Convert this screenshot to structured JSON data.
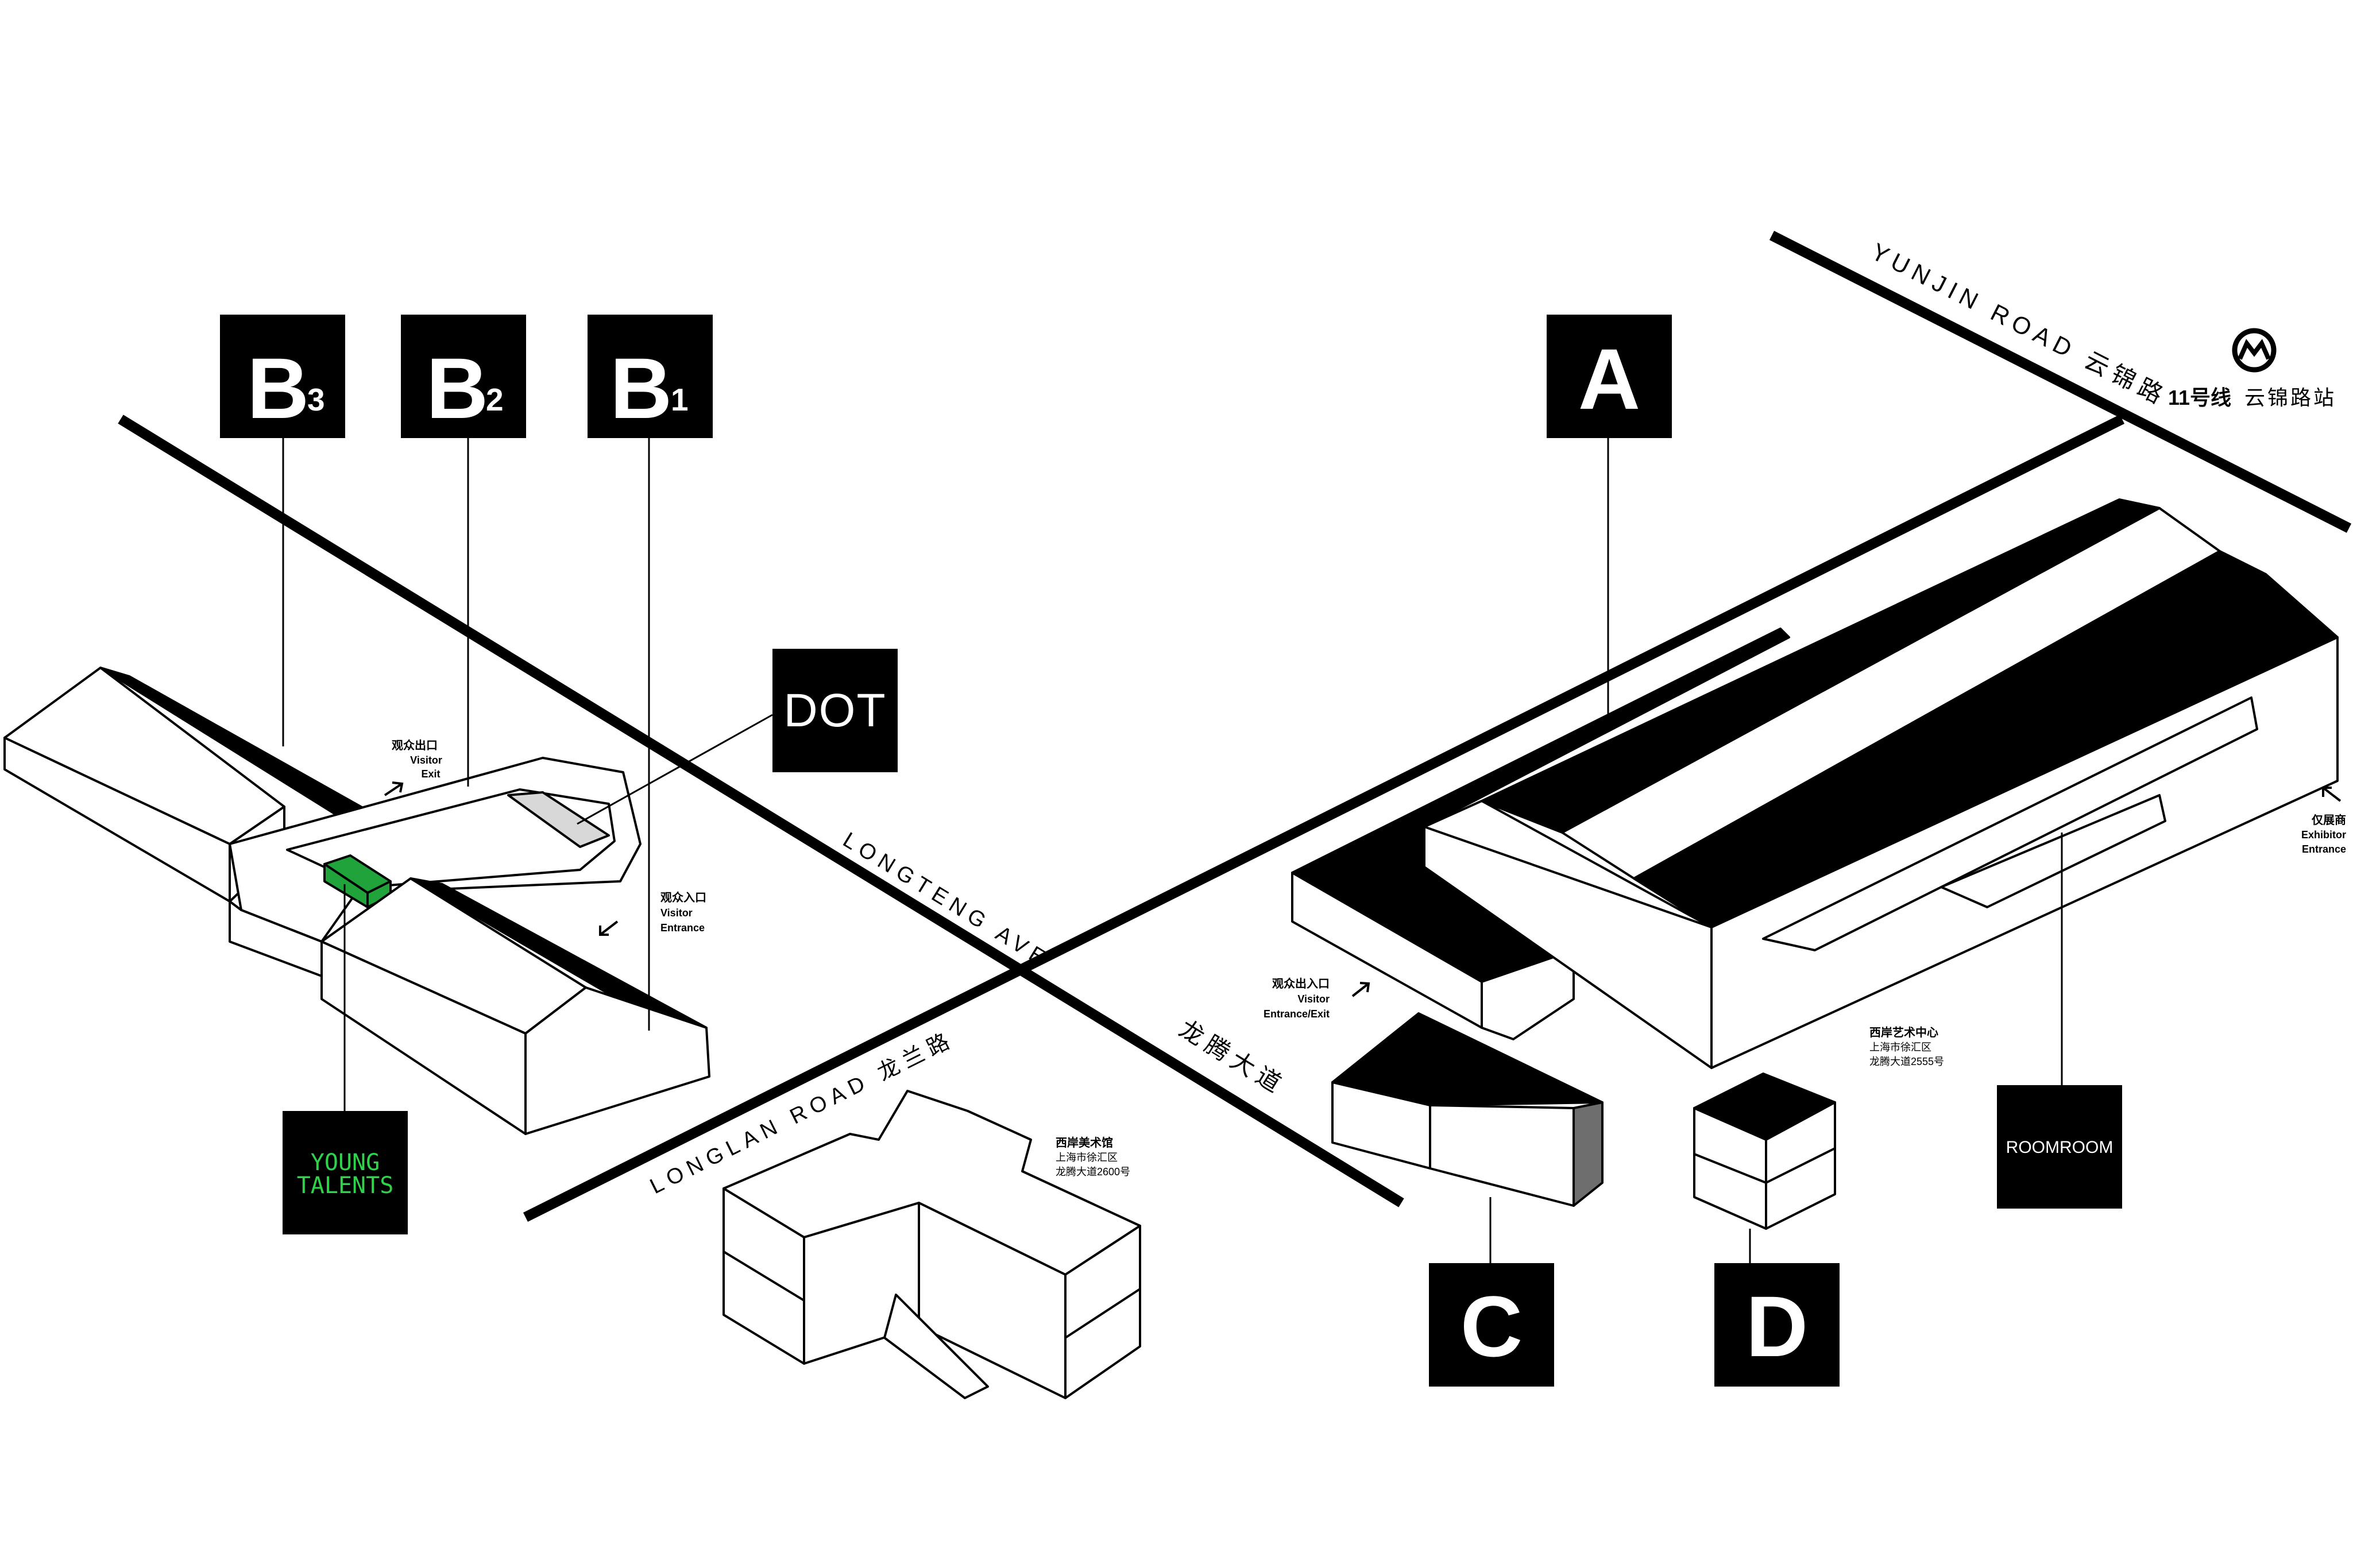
{
  "colors": {
    "ink": "#000000",
    "paper": "#ffffff",
    "young_talents_green": "#1fa33a",
    "young_talents_text": "#2fd24a",
    "wall_gray": "#d8d8d8",
    "shadow_gray": "#6e6e6e"
  },
  "venues": {
    "a": {
      "letter": "A"
    },
    "b1": {
      "letter": "B",
      "sub": "1"
    },
    "b2": {
      "letter": "B",
      "sub": "2"
    },
    "b3": {
      "letter": "B",
      "sub": "3"
    },
    "c": {
      "letter": "C"
    },
    "d": {
      "letter": "D"
    }
  },
  "sections": {
    "dot": "DOT",
    "young_talents": [
      "YOUNG",
      "TALENTS"
    ],
    "roomroom": "ROOMROOM"
  },
  "roads": {
    "yunjin": "YUNJIN ROAD  云锦路",
    "longteng_en": "LONGTENG AVE",
    "longteng_zh": "龙腾大道",
    "longlan": "LONGLAN ROAD  龙兰路"
  },
  "metro": {
    "icon": "shanghai-metro-icon",
    "line": "11号线",
    "station": "云锦路站"
  },
  "annotations": {
    "b_exit": [
      "观众出口",
      "Visitor",
      "Exit"
    ],
    "b_entrance": [
      "观众入口",
      "Visitor",
      "Entrance"
    ],
    "a_entrance_exit": [
      "观众出入口",
      "Visitor",
      "Entrance/Exit"
    ],
    "exhibitor_entrance": [
      "仅展商",
      "Exhibitor",
      "Entrance"
    ],
    "west_bund_art_center": [
      "西岸艺术中心",
      "上海市徐汇区",
      "龙腾大道2555号"
    ],
    "west_bund_museum": [
      "西岸美术馆",
      "上海市徐汇区",
      "龙腾大道2600号"
    ]
  }
}
